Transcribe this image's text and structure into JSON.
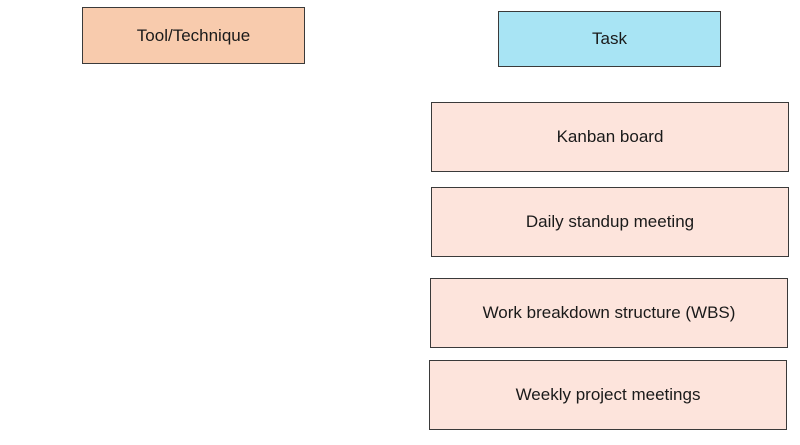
{
  "headers": {
    "left": "Tool/Technique",
    "right": "Task"
  },
  "tasks": [
    "Kanban board",
    "Daily standup meeting",
    "Work breakdown structure (WBS)",
    "Weekly project meetings"
  ],
  "colors": {
    "left_header_fill": "#f8cbad",
    "right_header_fill": "#a8e4f4",
    "task_fill": "#fde4dc"
  }
}
